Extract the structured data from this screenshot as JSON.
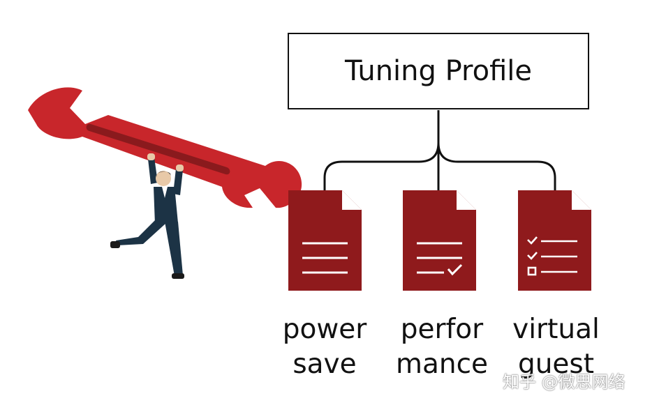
{
  "title": "Tuning Profile",
  "profiles": [
    {
      "line1": "power",
      "line2": "save",
      "icon": "document-lines-icon"
    },
    {
      "line1": "perfor",
      "line2": "mance",
      "icon": "document-check-icon"
    },
    {
      "line1": "virtual",
      "line2": "guest",
      "icon": "document-checklist-icon"
    }
  ],
  "watermark": "知乎 @微思网络",
  "colors": {
    "document": "#8f1a1c",
    "wrench": "#c8262b",
    "suit": "#1c3345",
    "line": "#111111"
  }
}
